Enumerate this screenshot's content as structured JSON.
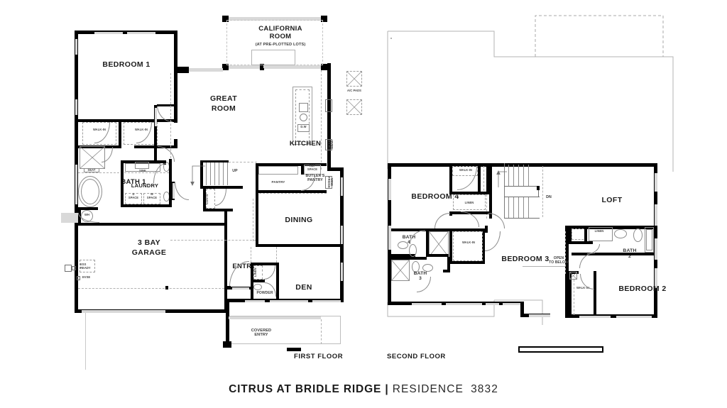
{
  "title": {
    "community": "CITRUS AT BRIDLE RIDGE",
    "separator": "|",
    "residence_label": "RESIDENCE",
    "residence_number": "3832",
    "full": "CITRUS AT BRIDLE RIDGE | RESIDENCE  3832"
  },
  "colors": {
    "wall": "#000000",
    "window": "#d9d9d9",
    "ghost_outline": "#b3b3b3",
    "fixture": "#8c8c8c",
    "text": "#1c1c1c",
    "background": "#ffffff"
  },
  "floors": [
    {
      "id": "first-floor",
      "label": "FIRST FLOOR",
      "rooms": [
        {
          "name": "BEDROOM 1"
        },
        {
          "name": "WALK-IN"
        },
        {
          "name": "WALK-IN"
        },
        {
          "name": "BATH 1"
        },
        {
          "name": "LAUNDRY"
        },
        {
          "name": "3 BAY\nGARAGE"
        },
        {
          "name": "GREAT\nROOM"
        },
        {
          "name": "CALIFORNIA\nROOM"
        },
        {
          "name": "KITCHEN"
        },
        {
          "name": "PANTRY"
        },
        {
          "name": "BUTLER'S\nPANTRY"
        },
        {
          "name": "DINING"
        },
        {
          "name": "ENTRY"
        },
        {
          "name": "DEN"
        },
        {
          "name": "POWDER"
        },
        {
          "name": "COVERED\nENTRY"
        }
      ],
      "annotations": [
        {
          "text": "(AT PRE-PLOTTED LOTS)"
        },
        {
          "text": "A/C PADS"
        },
        {
          "text": "REF\nSPACE"
        },
        {
          "text": "D.W"
        },
        {
          "text": "SINK"
        },
        {
          "text": "SEAT"
        },
        {
          "text": "WH"
        },
        {
          "text": "D\nSPACE"
        },
        {
          "text": "W\nSPACE"
        },
        {
          "text": "UP"
        },
        {
          "text": "COATS"
        },
        {
          "text": "LINEN"
        },
        {
          "text": "ESS\nREADY"
        },
        {
          "text": "EVSE"
        },
        {
          "text": "OVEN\nMICRO"
        },
        {
          "text": "WINE\nFRIDGE"
        }
      ]
    },
    {
      "id": "second-floor",
      "label": "SECOND FLOOR",
      "rooms": [
        {
          "name": "BEDROOM 4"
        },
        {
          "name": "WALK-IN"
        },
        {
          "name": "LOFT"
        },
        {
          "name": "BATH 4"
        },
        {
          "name": "BATH 3"
        },
        {
          "name": "BEDROOM 3"
        },
        {
          "name": "BATH 2"
        },
        {
          "name": "BEDROOM 2"
        },
        {
          "name": "WALK-IN"
        },
        {
          "name": "WALK-IN"
        }
      ],
      "annotations": [
        {
          "text": "LINEN"
        },
        {
          "text": "LINEN"
        },
        {
          "text": "DN"
        },
        {
          "text": "OPEN\nTO BELOW"
        }
      ]
    }
  ],
  "labels": {
    "bedroom1": "BEDROOM 1",
    "bedroom2": "BEDROOM 2",
    "bedroom3": "BEDROOM 3",
    "bedroom4": "BEDROOM 4",
    "bath1": "BATH 1",
    "bath2": "BATH\n2",
    "bath3": "BATH\n3",
    "bath4": "BATH\n4",
    "walkin": "WALK-IN",
    "laundry": "LAUNDRY",
    "garage": "3 BAY\nGARAGE",
    "great_room": "GREAT\nROOM",
    "california_room": "CALIFORNIA\nROOM",
    "california_note": "(AT PRE-PLOTTED LOTS)",
    "kitchen": "KITCHEN",
    "pantry": "PANTRY",
    "butlers_pantry": "BUTLER'S\nPANTRY",
    "dining": "DINING",
    "entry": "ENTRY",
    "den": "DEN",
    "powder": "POWDER",
    "covered_entry": "COVERED\nENTRY",
    "loft": "LOFT",
    "linen": "LINEN",
    "ac_pads": "A/C PADS",
    "ref_space": "REF\nSPACE",
    "dw": "D.W",
    "sink": "SINK",
    "seat": "SEAT",
    "wh": "WH",
    "d_space": "D\nSPACE",
    "w_space": "W\nSPACE",
    "up": "UP",
    "dn": "DN",
    "coats": "COATS",
    "ess_ready": "ESS\nREADY",
    "evse": "EVSE",
    "open_to_below": "OPEN\nTO BELOW",
    "oven_micro": "OVEN\nMICRO",
    "wine_fridge": "WINE\nFRIDGE",
    "first_floor": "FIRST FLOOR",
    "second_floor": "SECOND FLOOR"
  }
}
